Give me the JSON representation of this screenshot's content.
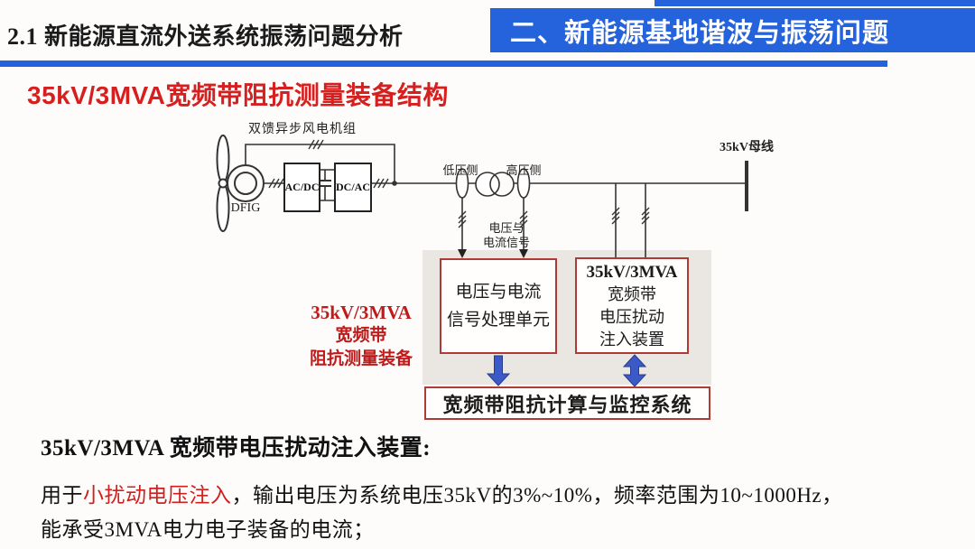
{
  "header": {
    "section_title": "2.1 新能源直流外送系统振荡问题分析",
    "banner_title": "二、新能源基地谐波与振荡问题",
    "accent_color": "#2563dd"
  },
  "slide": {
    "title": "35kV/3MVA宽频带阻抗测量装备结构",
    "title_color": "#d61f1f"
  },
  "diagram": {
    "wind_unit_label": "双馈异步风电机组",
    "generator_label": "DFIG",
    "converter1_label": "AC/DC",
    "converter2_label": "DC/AC",
    "lv_side_label": "低压侧",
    "hv_side_label": "高压侧",
    "bus_label": "35kV母线",
    "signal_label_line1": "电压与",
    "signal_label_line2": "电流信号",
    "equipment_label_line1": "35kV/3MVA",
    "equipment_label_line2": "宽频带",
    "equipment_label_line3": "阻抗测量装备",
    "box_signal_line1": "电压与电流",
    "box_signal_line2": "信号处理单元",
    "box_inject_line1": "35kV/3MVA",
    "box_inject_line2": "宽频带",
    "box_inject_line3": "电压扰动",
    "box_inject_line4": "注入装置",
    "box_monitor": "宽频带阻抗计算与监控系统",
    "box_border_color": "#b03a36",
    "arrow_color": "#3b5ac8",
    "panel_color": "#eae7e3"
  },
  "notes": {
    "heading": "35kV/3MVA 宽频带电压扰动注入装置:",
    "p1_prefix": "用于",
    "p1_highlight": "小扰动电压注入",
    "p1_rest": "，输出电压为系统电压35kV的3%~10%，频率范围为10~1000Hz，",
    "p2": "能承受3MVA电力电子装备的电流；",
    "highlight_color": "#cf1f1f"
  }
}
